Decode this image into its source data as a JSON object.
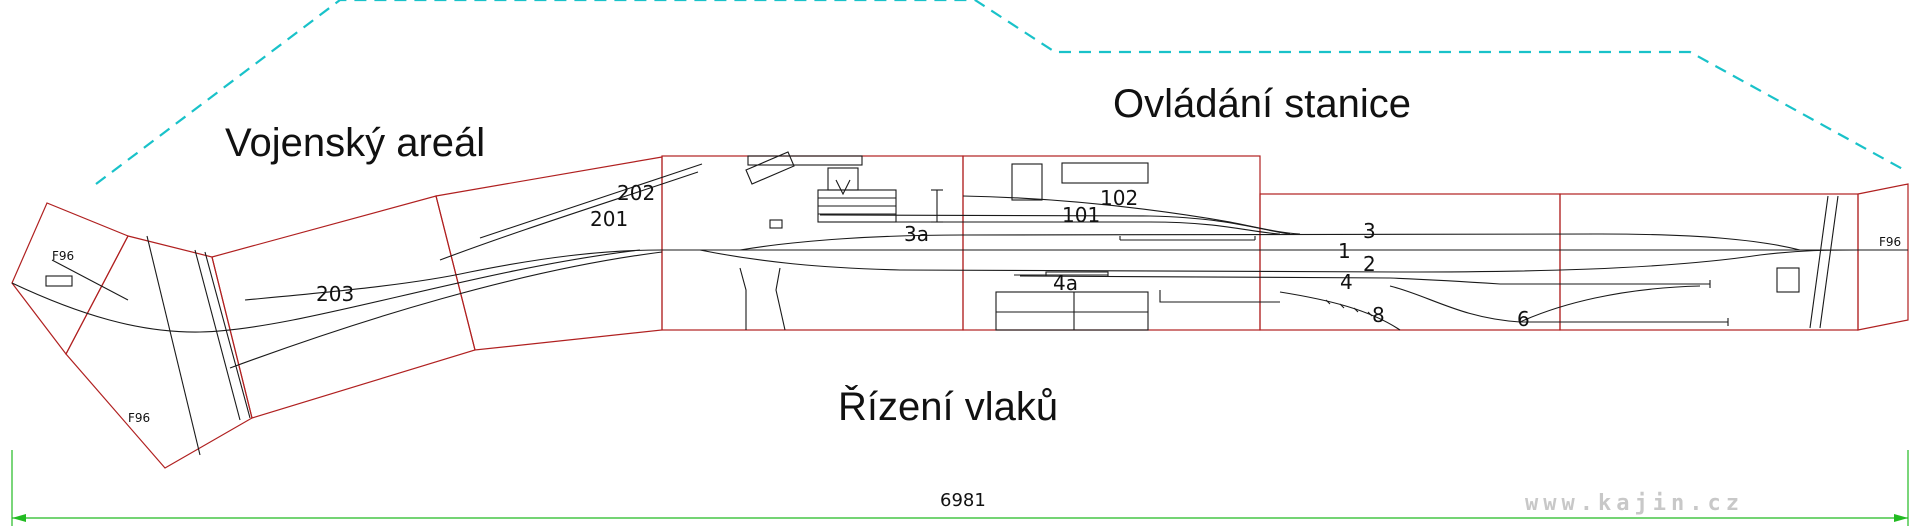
{
  "colors": {
    "section_outline": "#b02020",
    "boundary_dashed": "#19c2c9",
    "dimension": "#22bb22",
    "track": "#1a1a1a",
    "watermark": "#c8c8c8"
  },
  "regions": {
    "military_area": "Vojenský areál",
    "station_control": "Ovládání stanice",
    "train_control": "Řízení vlaků"
  },
  "tracks": {
    "t203": "203",
    "t201": "201",
    "t202": "202",
    "t3a": "3a",
    "t101": "101",
    "t102": "102",
    "t4a": "4a",
    "t3": "3",
    "t1": "1",
    "t2": "2",
    "t4": "4",
    "t8": "8",
    "t6": "6"
  },
  "module_labels": {
    "left_top": "F96",
    "left_bottom": "F96",
    "right": "F96"
  },
  "dimension": {
    "total_length": "6981"
  },
  "watermark": "www.kajin.cz"
}
